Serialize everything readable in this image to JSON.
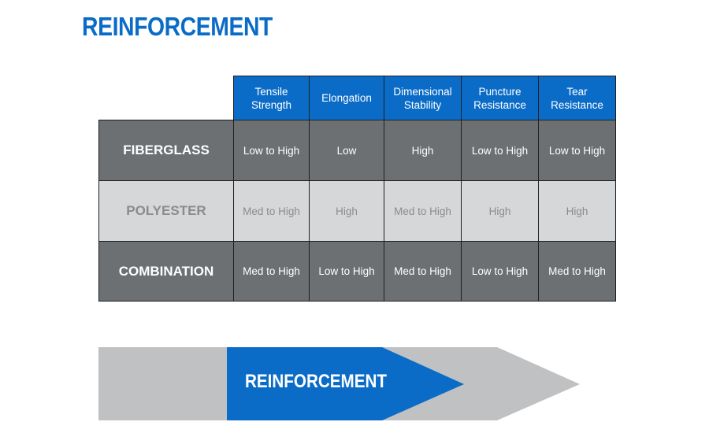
{
  "title": "REINFORCEMENT",
  "table": {
    "columns": [
      "Tensile\nStrength",
      "Elongation",
      "Dimensional\nStability",
      "Puncture\nResistance",
      "Tear\nResistance"
    ],
    "rows": [
      {
        "label": "FIBERGLASS",
        "values": [
          "Low to High",
          "Low",
          "High",
          "Low to High",
          "Low to High"
        ]
      },
      {
        "label": "POLYESTER",
        "values": [
          "Med to High",
          "High",
          "Med to High",
          "High",
          "High"
        ]
      },
      {
        "label": "COMBINATION",
        "values": [
          "Med to High",
          "Low to High",
          "Med to High",
          "Low to High",
          "Med to High"
        ]
      }
    ]
  },
  "arrow": {
    "label": "REINFORCEMENT"
  },
  "colors": {
    "brand_blue": "#0b6cc7",
    "dark_gray": "#6c7073",
    "light_gray": "#d6d7d8",
    "arrow_gray": "#bfc1c3",
    "light_text": "#8a8c8e"
  }
}
